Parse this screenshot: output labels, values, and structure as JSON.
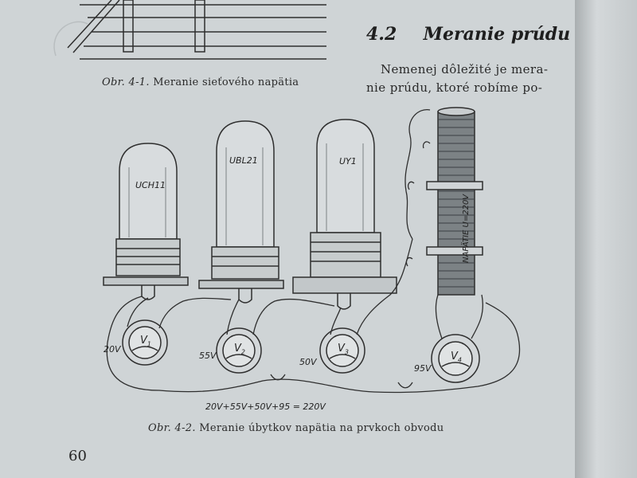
{
  "section": {
    "number": "4.2",
    "title": "Meranie prúdu"
  },
  "caption_top": {
    "fig": "Obr. 4-1.",
    "text": "Meranie sieťového napätia"
  },
  "body_lines": [
    "Nemenej dôležité je mera-",
    "nie prúdu, ktoré robíme po-"
  ],
  "tubes": [
    {
      "name": "UCH11"
    },
    {
      "name": "UBL21"
    },
    {
      "name": "UY1"
    }
  ],
  "meters": [
    {
      "reading": "20V",
      "symbol": "V",
      "sub": "1"
    },
    {
      "reading": "55V",
      "symbol": "V",
      "sub": "2"
    },
    {
      "reading": "50V",
      "symbol": "V",
      "sub": "3"
    },
    {
      "reading": "95V",
      "symbol": "V",
      "sub": "4"
    }
  ],
  "supply_label": "NAPÄTIE U=220V",
  "sum_label": "20V+55V+50V+95 = 220V",
  "caption_bottom": {
    "fig": "Obr. 4-2.",
    "text": "Meranie úbytkov napätia na prvkoch obvodu"
  },
  "page_number": "60",
  "colors": {
    "paper": "#cfd4d6",
    "ink": "#2a2a2a"
  }
}
